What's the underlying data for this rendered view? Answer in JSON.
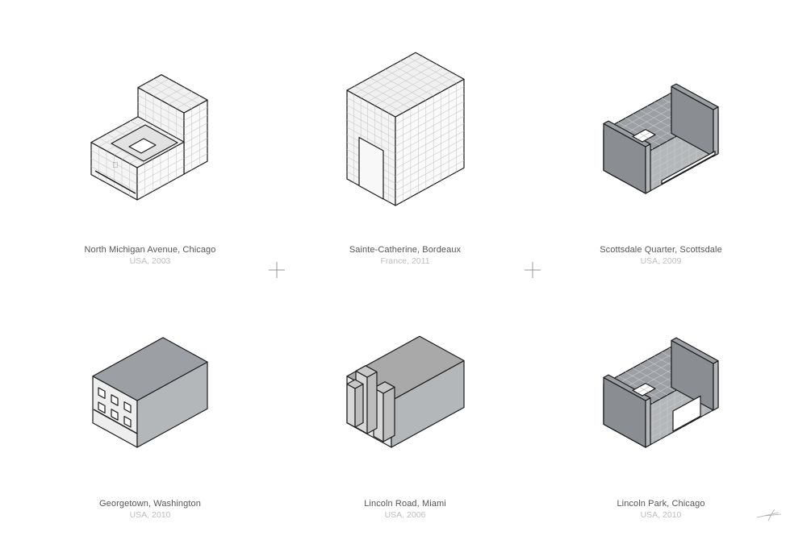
{
  "stores": [
    {
      "name": "North Michigan Avenue, Chicago",
      "subtitle": "USA, 2003"
    },
    {
      "name": "Sainte-Catherine, Bordeaux",
      "subtitle": "France, 2011"
    },
    {
      "name": "Scottsdale Quarter, Scottsdale",
      "subtitle": "USA, 2009"
    },
    {
      "name": "Georgetown, Washington",
      "subtitle": "USA, 2010"
    },
    {
      "name": "Lincoln Road, Miami",
      "subtitle": "USA, 2006"
    },
    {
      "name": "Lincoln Park, Chicago",
      "subtitle": "USA, 2010"
    }
  ],
  "colors": {
    "stroke": "#1a1a1a",
    "tile_light": "#f4f4f4",
    "tile_grid": "#c9c9c9",
    "gray_top": "#9c9fa3",
    "gray_side": "#b4b7ba",
    "gray_dark": "#8a8d91"
  }
}
